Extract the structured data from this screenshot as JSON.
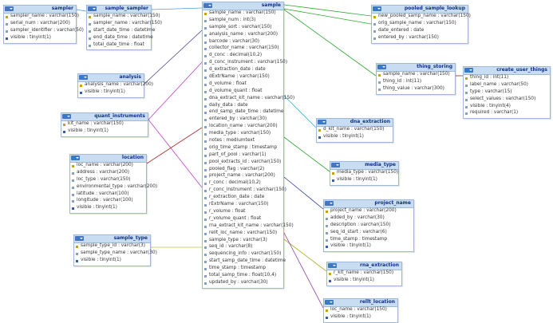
{
  "colors": {
    "header_bg": "#c9ddf2",
    "header_text": "#10308a",
    "border": "#9fb8d6",
    "row_text": "#333333"
  },
  "tables": {
    "sampler": {
      "title": "sampler",
      "fields": [
        "sampler_name : varchar(150)",
        "serial_num : varchar(200)",
        "sampler_identifier : varchar(50)",
        "visible : tinyint(1)"
      ]
    },
    "sample_sampler": {
      "title": "sample_sampler",
      "fields": [
        "sample_name : varchar(150)",
        "sampler_name : varchar(150)",
        "start_date_time : datetime",
        "end_date_time : datetime",
        "total_date_time : float"
      ]
    },
    "sample": {
      "title": "sample",
      "fields": [
        "sample_name : varchar(150)",
        "sample_num : int(3)",
        "sample_sort : varchar(150)",
        "analysis_name : varchar(200)",
        "barcode : varchar(30)",
        "collector_name : varchar(150)",
        "d_conc : decimal(10,2)",
        "d_conc_instrument : varchar(150)",
        "d_extraction_date : date",
        "dExtrName : varchar(150)",
        "d_volume : float",
        "d_volume_quant : float",
        "dna_extract_kit_name : varchar(150)",
        "daily_data : date",
        "end_samp_date_time : datetime",
        "entered_by : varchar(30)",
        "location_name : varchar(200)",
        "media_type : varchar(150)",
        "notes : mediumtext",
        "orig_time_stamp : timestamp",
        "part_of_pool : varchar(1)",
        "pool_extracts_id : varchar(150)",
        "pooled_flag : varchar(2)",
        "project_name : varchar(200)",
        "r_conc : decimal(10,2)",
        "r_conc_instrument : varchar(150)",
        "r_extraction_date : date",
        "rExtrName : varchar(150)",
        "r_volume : float",
        "r_volume_quant : float",
        "rna_extract_kit_name : varchar(150)",
        "rellt_loc_name : varchar(150)",
        "sample_type : varchar(3)",
        "seq_id : varchar(8)",
        "sequencing_info : varchar(150)",
        "start_samp_date_time : datetime",
        "time_stamp : timestamp",
        "total_samp_time : float(10,4)",
        "updated_by : varchar(30)"
      ]
    },
    "pooled_sample_lookup": {
      "title": "pooled_sample_lookup",
      "fields": [
        "new_pooled_samp_name : varchar(150)",
        "orig_sample_name : varchar(150)",
        "date_entered : date",
        "entered_by : varchar(150)"
      ]
    },
    "thing_storing": {
      "title": "thing_storing",
      "fields": [
        "sample_name : varchar(150)",
        "thing_id : int(11)",
        "thing_value : varchar(300)"
      ]
    },
    "create_user_things": {
      "title": "create_user_things",
      "fields": [
        "thing_id : int(11)",
        "label_name : varchar(50)",
        "type : varchar(15)",
        "select_values : varchar(150)",
        "visible : tinyint(4)",
        "required : varchar(1)"
      ]
    },
    "analysis": {
      "title": "analysis",
      "fields": [
        "analysis_name : varchar(200)",
        "visible : tinyint(1)"
      ]
    },
    "quant_instruments": {
      "title": "quant_instruments",
      "fields": [
        "kit_name : varchar(150)",
        "visible : tinyint(1)"
      ]
    },
    "dna_extraction": {
      "title": "dna_extraction",
      "fields": [
        "d_kit_name : varchar(150)",
        "visible : tinyint(1)"
      ]
    },
    "location": {
      "title": "location",
      "fields": [
        "loc_name : varchar(200)",
        "address : varchar(200)",
        "loc_type : varchar(150)",
        "environmental_type : varchar(200)",
        "latitude : varchar(100)",
        "longitude : varchar(100)",
        "visible : tinyint(1)"
      ]
    },
    "media_type": {
      "title": "media_type",
      "fields": [
        "media_type : varchar(150)",
        "visible : tinyint(1)"
      ]
    },
    "project_name": {
      "title": "project_name",
      "fields": [
        "project_name : varchar(200)",
        "added_by : varchar(30)",
        "description : varchar(150)",
        "seq_id_start : varchar(6)",
        "time_stamp : timestamp",
        "visible : tinyint(1)"
      ]
    },
    "sample_type": {
      "title": "sample_type",
      "fields": [
        "sample_type_id : varchar(3)",
        "sample_type_name : varchar(30)",
        "visible : tinyint(1)"
      ]
    },
    "rna_extraction": {
      "title": "rna_extraction",
      "fields": [
        "r_kit_name : varchar(150)",
        "visible : tinyint(1)"
      ]
    },
    "rellt_location": {
      "title": "rellt_location",
      "fields": [
        "loc_name : varchar(150)",
        "visible : tinyint(1)"
      ]
    }
  },
  "relations": [
    {
      "from": "sample_sampler",
      "to": "sampler",
      "color": "#4aa0d8"
    },
    {
      "from": "sample_sampler",
      "to": "sample",
      "color": "#4aa0d8"
    },
    {
      "from": "pooled_sample_lookup",
      "to": "sample",
      "color": "#30a830"
    },
    {
      "from": "pooled_sample_lookup",
      "to": "sample",
      "color": "#30a830"
    },
    {
      "from": "thing_storing",
      "to": "sample",
      "color": "#30a830"
    },
    {
      "from": "thing_storing",
      "to": "create_user_things",
      "color": "#a02020"
    },
    {
      "from": "sample",
      "to": "analysis",
      "color": "#404890"
    },
    {
      "from": "sample",
      "to": "quant_instruments",
      "color": "#c040c8"
    },
    {
      "from": "sample",
      "to": "quant_instruments",
      "color": "#c040c8"
    },
    {
      "from": "sample",
      "to": "dna_extraction",
      "color": "#30b8c8"
    },
    {
      "from": "sample",
      "to": "location",
      "color": "#b02828"
    },
    {
      "from": "sample",
      "to": "media_type",
      "color": "#30a830"
    },
    {
      "from": "sample",
      "to": "project_name",
      "color": "#303898"
    },
    {
      "from": "sample",
      "to": "sample_type",
      "color": "#c0c840"
    },
    {
      "from": "sample",
      "to": "rna_extraction",
      "color": "#a8b020"
    },
    {
      "from": "sample",
      "to": "rellt_location",
      "color": "#9040a8"
    }
  ]
}
